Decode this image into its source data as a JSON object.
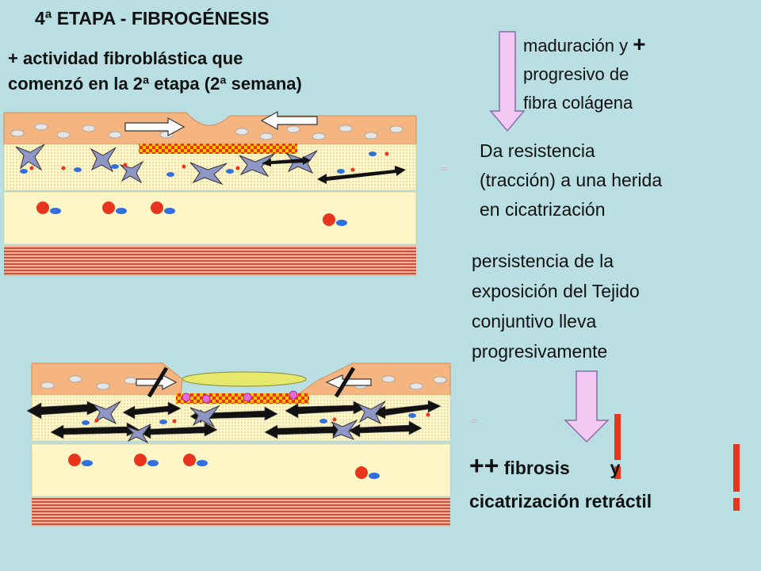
{
  "title": "4ª ETAPA  -  FIBROGÉNESIS",
  "subtitle": {
    "line1": "+ actividad fibroblástica que",
    "line2": "comenzó en la 2ª etapa (2ª semana)"
  },
  "note1": {
    "line1": "maduración y",
    "plus": "+",
    "line2": "progresivo de",
    "line3": "fibra colágena"
  },
  "note2": {
    "line1": "Da resistencia",
    "line2": "(tracción) a una herida",
    "line3": "en cicatrización"
  },
  "note3": {
    "line1": "persistencia de la",
    "line2": "exposición  del Tejido",
    "line3": "conjuntivo   lleva",
    "line4": "progresivamente"
  },
  "note4": {
    "plus": "++",
    "w1": "fibrosis",
    "w2": "y",
    "line2": "cicatrización retráctil"
  },
  "colors": {
    "background": "#b9dfe3",
    "epidermis": "#f4b580",
    "dermis": "#fff6c8",
    "muscle": "#d86a55",
    "arrow_fill": "#f3c8f3",
    "alert": "#e8351e"
  }
}
